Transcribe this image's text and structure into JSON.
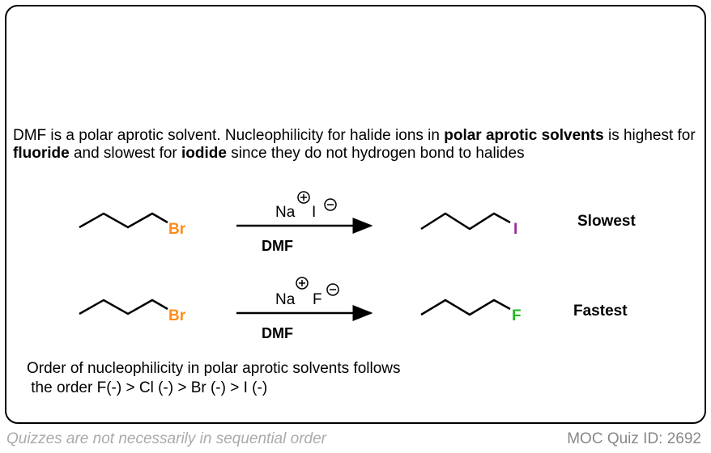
{
  "intro": {
    "t1": "DMF is a polar aprotic solvent. Nucleophilicity for halide ions in ",
    "b1": "polar aprotic solvents",
    "t2": " is highest for ",
    "b2": "fluoride",
    "t3": " and slowest for ",
    "b3": "iodide",
    "t4": " since they do not hydrogen bond to halides"
  },
  "reactions": [
    {
      "reactant_halogen": "Br",
      "cation": "Na",
      "anion": "I",
      "solvent": "DMF",
      "product_halogen": "I",
      "rate": "Slowest",
      "product_color": "#9b2d9b"
    },
    {
      "reactant_halogen": "Br",
      "cation": "Na",
      "anion": "F",
      "solvent": "DMF",
      "product_halogen": "F",
      "rate": "Fastest",
      "product_color": "#22bb22"
    }
  ],
  "colors": {
    "bromine": "#ff8c1a"
  },
  "order": {
    "line1": "Order of nucleophilicity in polar aprotic solvents follows",
    "line2": " the order F(-) > Cl (-) > Br (-) > I (-)"
  },
  "footer": {
    "left": "Quizzes are not necessarily in sequential order",
    "right": "MOC Quiz ID: 2692"
  }
}
